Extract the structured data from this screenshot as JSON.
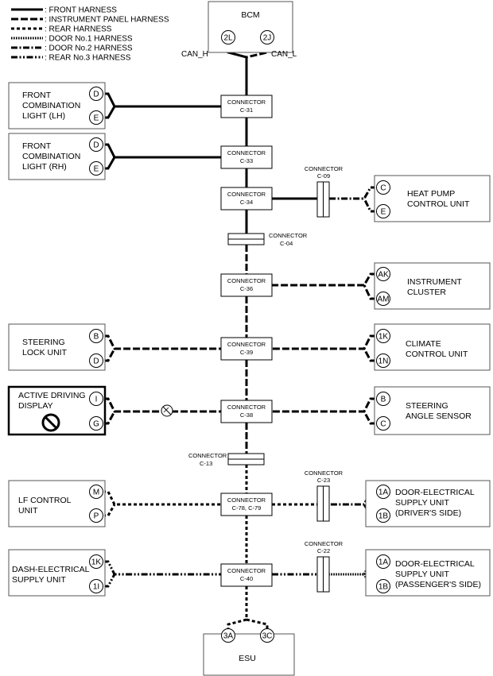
{
  "legend": [
    {
      "style": "front",
      "label": ": FRONT HARNESS"
    },
    {
      "style": "ip",
      "label": ": INSTRUMENT PANEL HARNESS"
    },
    {
      "style": "rear",
      "label": ": REAR HARNESS"
    },
    {
      "style": "door1",
      "label": ": DOOR No.1 HARNESS"
    },
    {
      "style": "door2",
      "label": ": DOOR No.2 HARNESS"
    },
    {
      "style": "rear3",
      "label": ": REAR No.3 HARNESS"
    }
  ],
  "bcm": {
    "label": "BCM",
    "pin_left": "2L",
    "pin_right": "2J",
    "can_h": "CAN_H",
    "can_l": "CAN_L"
  },
  "esu": {
    "label": "ESU",
    "pin_left": "3A",
    "pin_right": "3C"
  },
  "modules_left": [
    {
      "id": "front-combination-light-lh",
      "lines": [
        "FRONT",
        "COMBINATION",
        "LIGHT (LH)"
      ],
      "pins": [
        "D",
        "E"
      ]
    },
    {
      "id": "front-combination-light-rh",
      "lines": [
        "FRONT",
        "COMBINATION",
        "LIGHT (RH)"
      ],
      "pins": [
        "D",
        "E"
      ]
    },
    {
      "id": "steering-lock-unit",
      "lines": [
        "STEERING",
        "LOCK UNIT"
      ],
      "pins": [
        "B",
        "D"
      ]
    },
    {
      "id": "active-driving-display",
      "lines": [
        "ACTIVE DRIVING",
        "DISPLAY"
      ],
      "pins": [
        "I",
        "G"
      ]
    },
    {
      "id": "lf-control-unit",
      "lines": [
        "LF CONTROL",
        "UNIT"
      ],
      "pins": [
        "M",
        "P"
      ]
    },
    {
      "id": "dash-electrical-supply-unit",
      "lines": [
        "DASH-ELECTRICAL",
        "SUPPLY UNIT"
      ],
      "pins": [
        "1K",
        "1I"
      ]
    }
  ],
  "modules_right": [
    {
      "id": "heat-pump-control-unit",
      "lines": [
        "HEAT PUMP",
        "CONTROL UNIT"
      ],
      "pins": [
        "C",
        "E"
      ]
    },
    {
      "id": "instrument-cluster",
      "lines": [
        "INSTRUMENT",
        "CLUSTER"
      ],
      "pins": [
        "AK",
        "AM"
      ]
    },
    {
      "id": "climate-control-unit",
      "lines": [
        "CLIMATE",
        "CONTROL UNIT"
      ],
      "pins": [
        "1K",
        "1N"
      ]
    },
    {
      "id": "steering-angle-sensor",
      "lines": [
        "STEERING",
        "ANGLE SENSOR"
      ],
      "pins": [
        "B",
        "C"
      ]
    },
    {
      "id": "door-electrical-supply-unit-drivers-side",
      "lines": [
        "DOOR-ELECTRICAL",
        "SUPPLY UNIT",
        "(DRIVER'S SIDE)"
      ],
      "pins": [
        "1A",
        "1B"
      ]
    },
    {
      "id": "door-electrical-supply-unit-passengers-side",
      "lines": [
        "DOOR-ELECTRICAL",
        "SUPPLY UNIT",
        "(PASSENGER'S SIDE)"
      ],
      "pins": [
        "1A",
        "1B"
      ]
    }
  ],
  "spine_connectors": [
    {
      "id": "c-31",
      "label": "CONNECTOR",
      "code": "C-31"
    },
    {
      "id": "c-33",
      "label": "CONNECTOR",
      "code": "C-33"
    },
    {
      "id": "c-34",
      "label": "CONNECTOR",
      "code": "C-34"
    },
    {
      "id": "c-36",
      "label": "CONNECTOR",
      "code": "C-36"
    },
    {
      "id": "c-39",
      "label": "CONNECTOR",
      "code": "C-39"
    },
    {
      "id": "c-38",
      "label": "CONNECTOR",
      "code": "C-38"
    },
    {
      "id": "c-78-c-79",
      "label": "CONNECTOR",
      "code": "C-78, C-79"
    },
    {
      "id": "c-40",
      "label": "CONNECTOR",
      "code": "C-40"
    }
  ],
  "inline_connectors": [
    {
      "id": "c-04",
      "label": "CONNECTOR",
      "code": "C-04"
    },
    {
      "id": "c-13",
      "label": "CONNECTOR",
      "code": "C-13"
    },
    {
      "id": "c-09",
      "label": "CONNECTOR",
      "code": "C-09"
    },
    {
      "id": "c-23",
      "label": "CONNECTOR",
      "code": "C-23"
    },
    {
      "id": "c-22",
      "label": "CONNECTOR",
      "code": "C-22"
    }
  ],
  "colors": {
    "line": "#000000",
    "background": "#ffffff",
    "box_border": "#555555"
  }
}
